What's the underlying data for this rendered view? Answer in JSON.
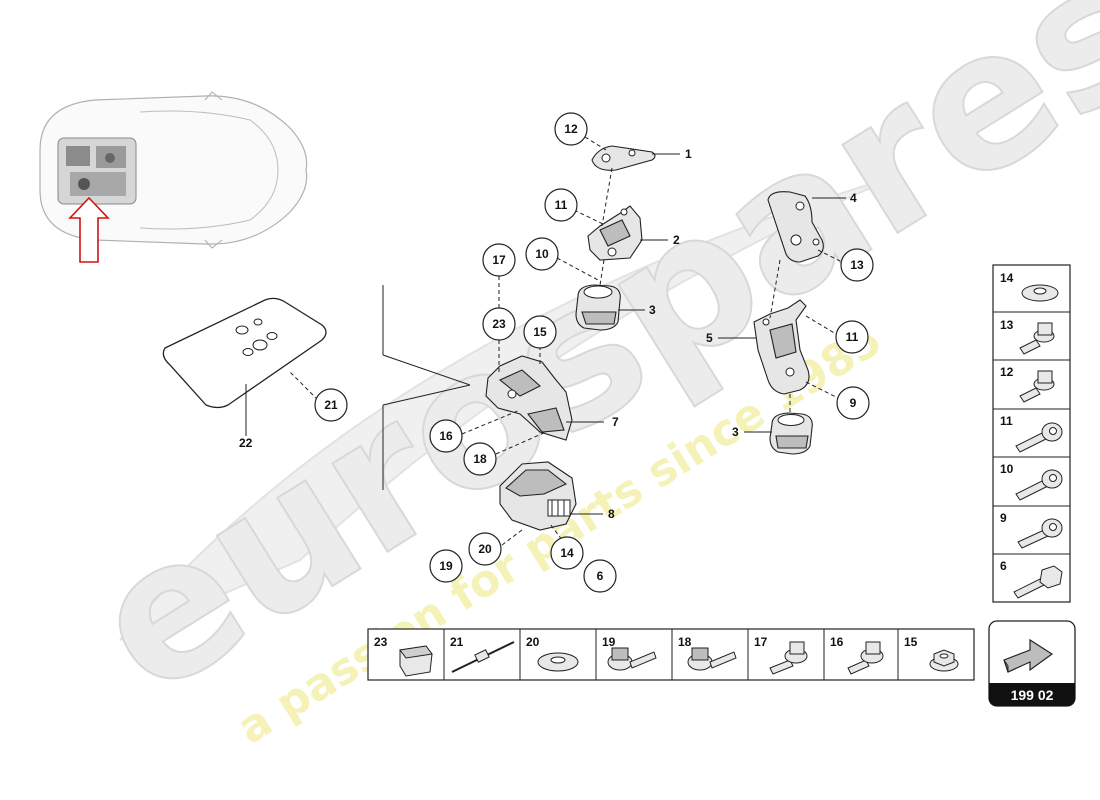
{
  "watermark": {
    "brand": "eurospares",
    "tagline": "a passion for parts since 1985"
  },
  "page_ref": {
    "number": "199 02"
  },
  "callouts": [
    {
      "id": "c12",
      "label": "12"
    },
    {
      "id": "c11a",
      "label": "11"
    },
    {
      "id": "c10",
      "label": "10"
    },
    {
      "id": "c17",
      "label": "17"
    },
    {
      "id": "c23",
      "label": "23"
    },
    {
      "id": "c15",
      "label": "15"
    },
    {
      "id": "c16",
      "label": "16"
    },
    {
      "id": "c18",
      "label": "18"
    },
    {
      "id": "c20",
      "label": "20"
    },
    {
      "id": "c19",
      "label": "19"
    },
    {
      "id": "c14",
      "label": "14"
    },
    {
      "id": "c6",
      "label": "6"
    },
    {
      "id": "c21",
      "label": "21"
    },
    {
      "id": "c13",
      "label": "13"
    },
    {
      "id": "c11b",
      "label": "11"
    },
    {
      "id": "c9",
      "label": "9"
    }
  ],
  "plain_labels": {
    "p1": "1",
    "p2": "2",
    "p3a": "3",
    "p3b": "3",
    "p4": "4",
    "p5": "5",
    "p7": "7",
    "p8": "8",
    "p22": "22"
  },
  "hardware_right": [
    {
      "num": "14",
      "kind": "washer-icon"
    },
    {
      "num": "13",
      "kind": "flange-bolt-icon"
    },
    {
      "num": "12",
      "kind": "flange-bolt-icon"
    },
    {
      "num": "11",
      "kind": "socket-cap-screw-icon"
    },
    {
      "num": "10",
      "kind": "socket-cap-screw-icon"
    },
    {
      "num": "9",
      "kind": "socket-cap-screw-icon"
    },
    {
      "num": "6",
      "kind": "hex-bolt-icon"
    }
  ],
  "hardware_bottom": [
    {
      "num": "23",
      "kind": "cap-icon"
    },
    {
      "num": "21",
      "kind": "cable-tie-icon"
    },
    {
      "num": "20",
      "kind": "washer-icon"
    },
    {
      "num": "19",
      "kind": "flange-bolt-icon"
    },
    {
      "num": "18",
      "kind": "flange-bolt-icon"
    },
    {
      "num": "17",
      "kind": "flange-bolt-icon"
    },
    {
      "num": "16",
      "kind": "flange-bolt-icon"
    },
    {
      "num": "15",
      "kind": "flange-nut-icon"
    }
  ]
}
